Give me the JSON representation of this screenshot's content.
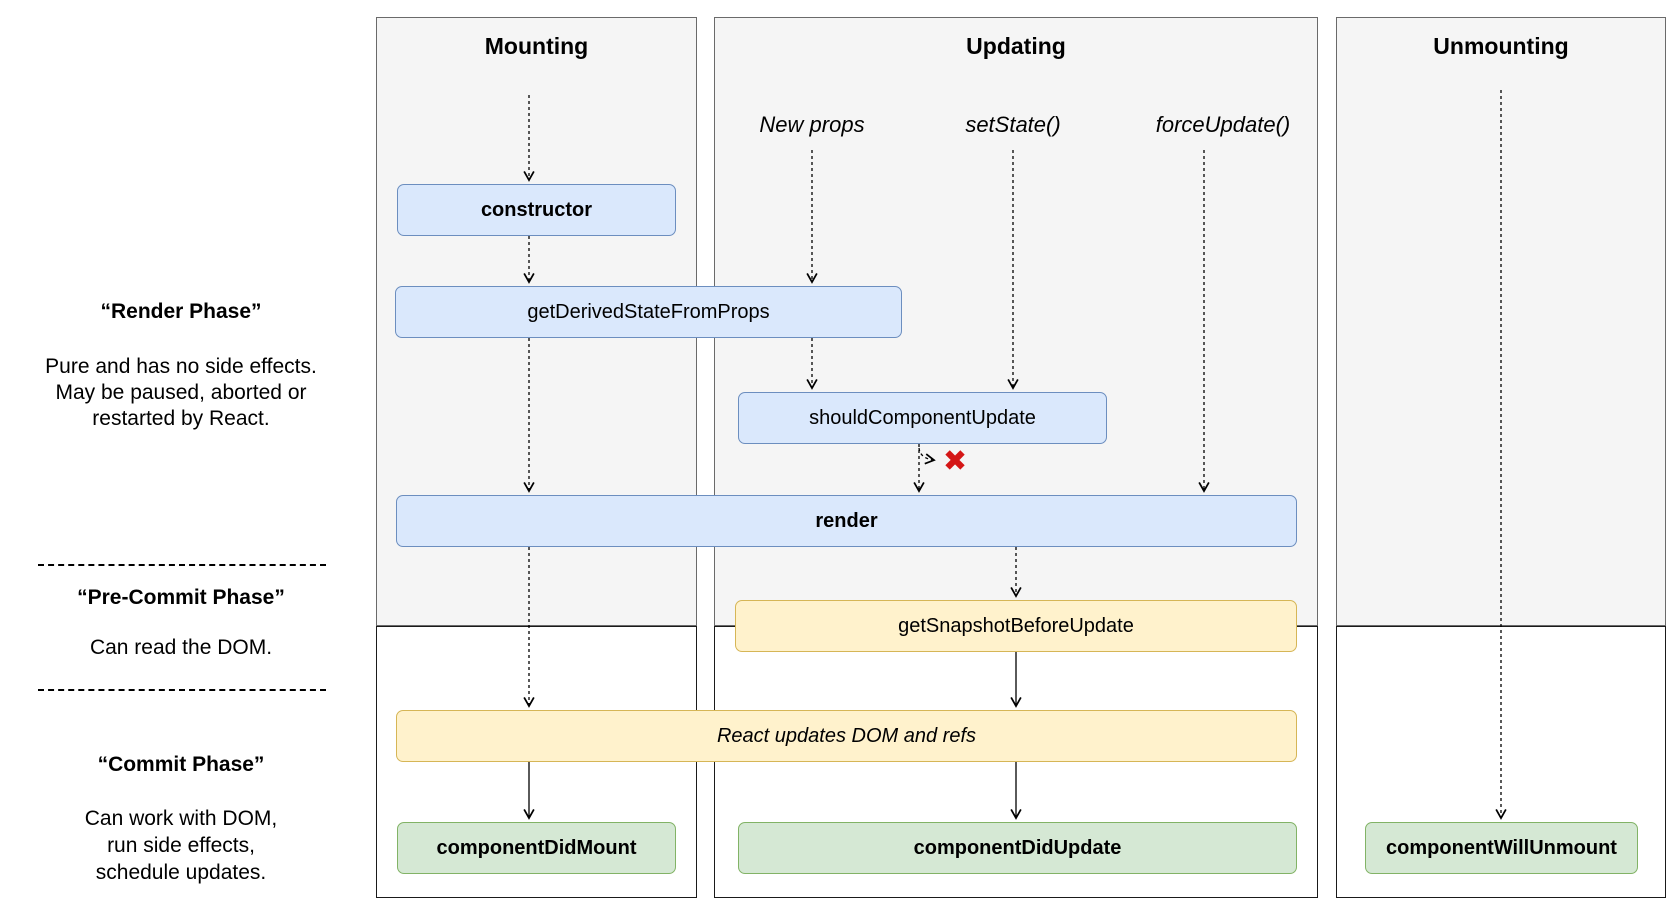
{
  "left_panel": {
    "sections": [
      {
        "title": "“Render Phase”",
        "lines": [
          "Pure and has no side effects.",
          "May be paused, aborted or",
          "restarted by React."
        ]
      },
      {
        "title": "“Pre-Commit Phase”",
        "lines": [
          "Can read the DOM."
        ]
      },
      {
        "title": "“Commit Phase”",
        "lines": [
          "Can work with DOM,",
          "run side effects,",
          "schedule updates."
        ]
      }
    ]
  },
  "columns": [
    {
      "title": "Mounting"
    },
    {
      "title": "Updating"
    },
    {
      "title": "Unmounting"
    }
  ],
  "triggers": [
    {
      "label": "New props"
    },
    {
      "label": "setState()"
    },
    {
      "label": "forceUpdate()"
    }
  ],
  "nodes": {
    "constructor": {
      "label": "constructor"
    },
    "get_derived_state_from_props": {
      "label": "getDerivedStateFromProps"
    },
    "should_component_update": {
      "label": "shouldComponentUpdate"
    },
    "render": {
      "label": "render"
    },
    "get_snapshot_before_update": {
      "label": "getSnapshotBeforeUpdate"
    },
    "react_updates_dom": {
      "label": "React updates DOM and refs"
    },
    "component_did_mount": {
      "label": "componentDidMount"
    },
    "component_did_update": {
      "label": "componentDidUpdate"
    },
    "component_will_unmount": {
      "label": "componentWillUnmount"
    }
  },
  "icons": {
    "update_stopped": "✖"
  },
  "colors": {
    "lifecycle_method_fill": "#dae8fc",
    "lifecycle_method_border": "#6c8ebf",
    "react_internal_fill": "#fff2cc",
    "react_internal_border": "#d6b656",
    "commit_method_fill": "#d5e8d4",
    "commit_method_border": "#82b366",
    "column_fill": "#f5f5f5",
    "stop_icon": "#d41616"
  }
}
